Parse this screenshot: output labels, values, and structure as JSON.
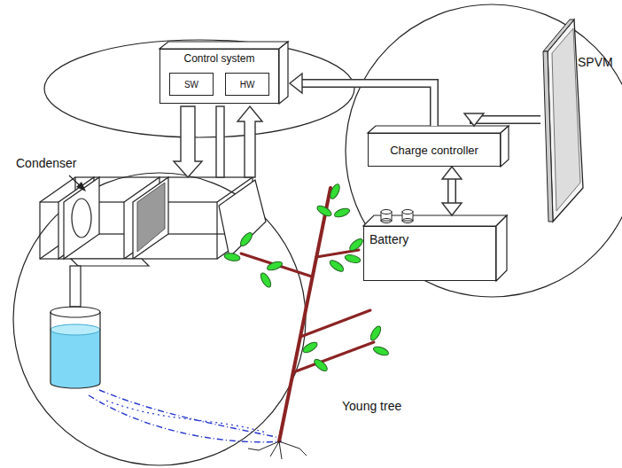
{
  "diagram": {
    "nodes": [
      {
        "text": [
          "Control system"
        ]
      },
      {
        "text": [
          "SW"
        ],
        "in": 0
      },
      {
        "text": [
          "HW"
        ],
        "in": 0
      },
      {
        "text": [
          "Charge controller"
        ]
      },
      {
        "text": [
          "Battery"
        ]
      },
      {
        "text": [
          "SPVM"
        ]
      }
    ],
    "edges": [
      {
        "from": 5,
        "to": 3,
        "arrow": "to"
      },
      {
        "from": 3,
        "to": 0,
        "arrow": "to"
      },
      {
        "from": 3,
        "to": 4,
        "arrow": "both"
      }
    ],
    "labels": [
      "Condenser",
      "Young tree"
    ]
  }
}
